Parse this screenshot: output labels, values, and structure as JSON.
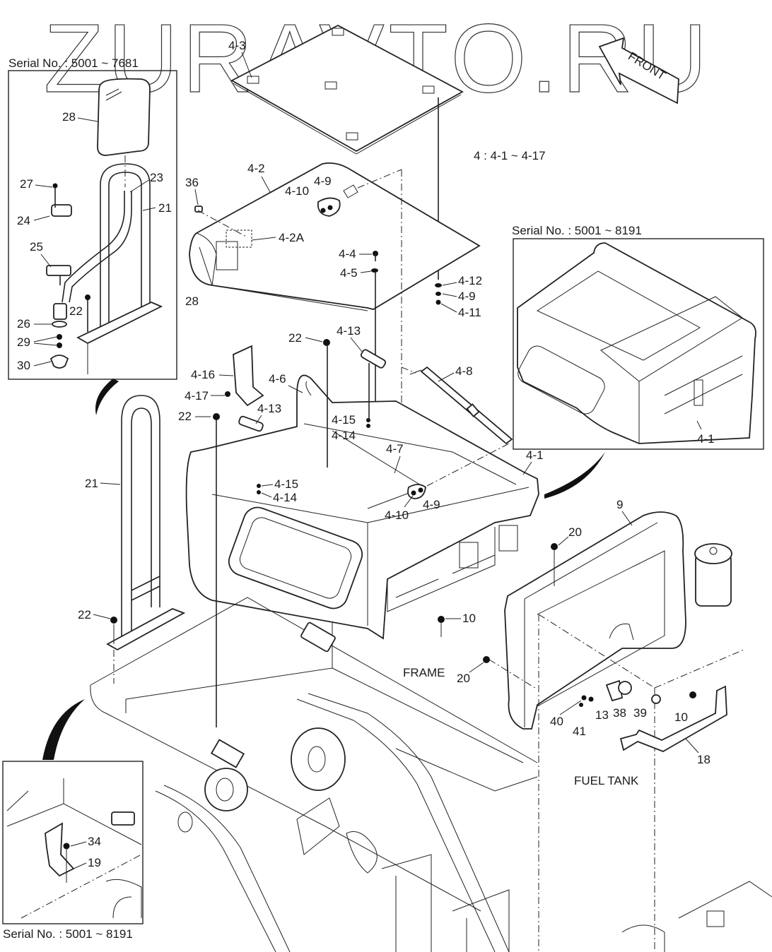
{
  "watermark": "ZURAVTO.RU",
  "front_arrow_label": "FRONT",
  "assembly_note": "4 : 4-1 ~ 4-17",
  "insets": [
    {
      "serial": "Serial No. : 5001 ~ 7681",
      "position": "top-left"
    },
    {
      "serial": "Serial No. : 5001 ~ 8191",
      "position": "right"
    },
    {
      "serial": "Serial No. : 5001 ~ 8191",
      "position": "bottom-left"
    }
  ],
  "area_labels": {
    "frame": "FRAME",
    "fuel_tank": "FUEL TANK"
  },
  "callouts": {
    "inset_tl": [
      "28",
      "27",
      "23",
      "21",
      "24",
      "25",
      "22",
      "26",
      "29",
      "30"
    ],
    "cover_top": [
      "4-3"
    ],
    "cover_hood": [
      "36",
      "4-2",
      "4-10",
      "4-9",
      "4-2A",
      "28",
      "4-4",
      "4-5",
      "4-12",
      "4-9",
      "4-11"
    ],
    "seat_stand": [
      "22",
      "4-13",
      "4-16",
      "4-17",
      "4-6",
      "22",
      "4-13",
      "4-8",
      "4-15",
      "4-14",
      "4-7",
      "4-1",
      "4-15",
      "4-14",
      "4-10",
      "4-9"
    ],
    "handrail": [
      "21",
      "22"
    ],
    "inset_right": [
      "4-1"
    ],
    "side_cover": [
      "9",
      "20",
      "10",
      "20",
      "40",
      "13",
      "38",
      "39",
      "41",
      "10",
      "18"
    ],
    "inset_bl": [
      "34",
      "19"
    ]
  }
}
